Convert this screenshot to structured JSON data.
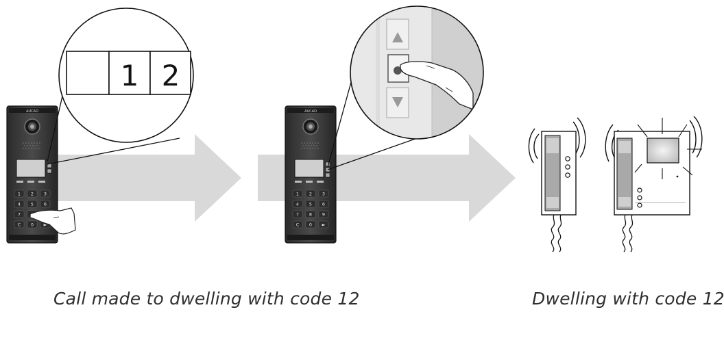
{
  "panel": {
    "brand": "AUCAD",
    "keypad": [
      "1",
      "2",
      "3",
      "4",
      "5",
      "6",
      "7",
      "8",
      "9",
      "C",
      "0",
      "►"
    ]
  },
  "display": {
    "digits": [
      "",
      "1",
      "2"
    ]
  },
  "nav_icons": {
    "up": "triangle-up-icon",
    "select": "circle-dot-icon",
    "down": "triangle-down-icon"
  },
  "captions": {
    "left": "Call made to dwelling with code 12",
    "right": "Dwelling with code 12"
  }
}
